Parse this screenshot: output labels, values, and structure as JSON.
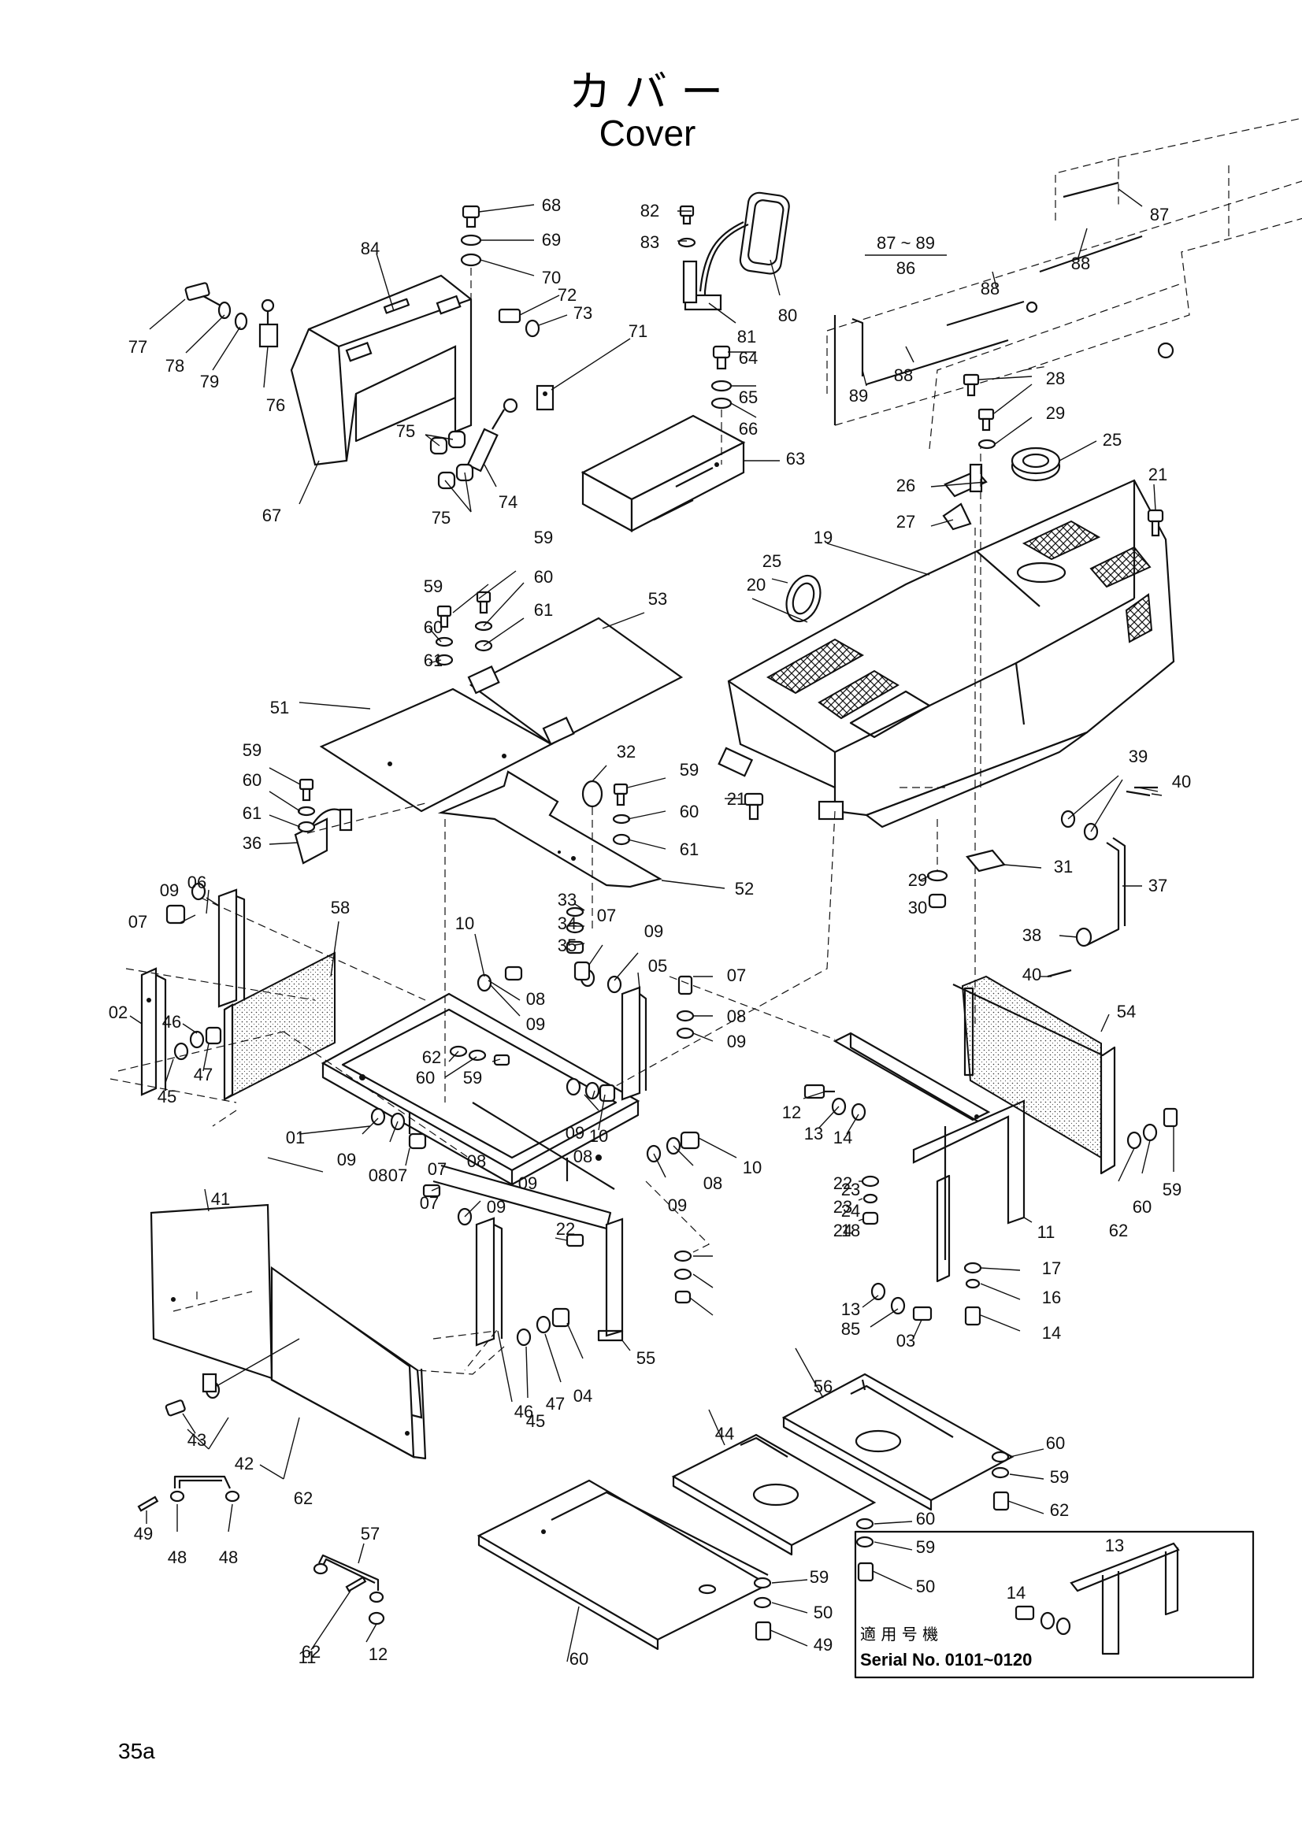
{
  "title": {
    "japanese": "カ バ ー",
    "english": "Cover"
  },
  "group_label": {
    "range": "87 ~ 89",
    "parent": "86"
  },
  "inset": {
    "applicable_label": "適 用 号 機",
    "serial": "Serial No. 0101~0120"
  },
  "page_number": "35a",
  "callouts": [
    {
      "label": "68"
    },
    {
      "label": "69"
    },
    {
      "label": "70"
    },
    {
      "label": "84"
    },
    {
      "label": "72"
    },
    {
      "label": "73"
    },
    {
      "label": "71"
    },
    {
      "label": "77"
    },
    {
      "label": "78"
    },
    {
      "label": "79"
    },
    {
      "label": "76"
    },
    {
      "label": "75"
    },
    {
      "label": "75"
    },
    {
      "label": "74"
    },
    {
      "label": "67"
    },
    {
      "label": "82"
    },
    {
      "label": "83"
    },
    {
      "label": "81"
    },
    {
      "label": "80"
    },
    {
      "label": "87"
    },
    {
      "label": "88"
    },
    {
      "label": "88"
    },
    {
      "label": "88"
    },
    {
      "label": "89"
    },
    {
      "label": "64"
    },
    {
      "label": "65"
    },
    {
      "label": "66"
    },
    {
      "label": "63"
    },
    {
      "label": "28"
    },
    {
      "label": "29"
    },
    {
      "label": "25"
    },
    {
      "label": "21"
    },
    {
      "label": "26"
    },
    {
      "label": "27"
    },
    {
      "label": "19"
    },
    {
      "label": "20"
    },
    {
      "label": "25"
    },
    {
      "label": "59"
    },
    {
      "label": "60"
    },
    {
      "label": "61"
    },
    {
      "label": "59"
    },
    {
      "label": "60"
    },
    {
      "label": "61"
    },
    {
      "label": "53"
    },
    {
      "label": "51"
    },
    {
      "label": "32"
    },
    {
      "label": "59"
    },
    {
      "label": "60"
    },
    {
      "label": "61"
    },
    {
      "label": "36"
    },
    {
      "label": "59"
    },
    {
      "label": "60"
    },
    {
      "label": "61"
    },
    {
      "label": "21"
    },
    {
      "label": "52"
    },
    {
      "label": "39"
    },
    {
      "label": "40"
    },
    {
      "label": "31"
    },
    {
      "label": "37"
    },
    {
      "label": "29"
    },
    {
      "label": "30"
    },
    {
      "label": "38"
    },
    {
      "label": "40"
    },
    {
      "label": "06"
    },
    {
      "label": "09"
    },
    {
      "label": "07"
    },
    {
      "label": "58"
    },
    {
      "label": "33"
    },
    {
      "label": "34"
    },
    {
      "label": "35"
    },
    {
      "label": "07"
    },
    {
      "label": "09"
    },
    {
      "label": "05"
    },
    {
      "label": "10"
    },
    {
      "label": "08"
    },
    {
      "label": "09"
    },
    {
      "label": "07"
    },
    {
      "label": "08"
    },
    {
      "label": "09"
    },
    {
      "label": "02"
    },
    {
      "label": "46"
    },
    {
      "label": "47"
    },
    {
      "label": "45"
    },
    {
      "label": "62"
    },
    {
      "label": "60"
    },
    {
      "label": "59"
    },
    {
      "label": "10"
    },
    {
      "label": "09"
    },
    {
      "label": "08"
    },
    {
      "label": "54"
    },
    {
      "label": "12"
    },
    {
      "label": "13"
    },
    {
      "label": "14"
    },
    {
      "label": "01"
    },
    {
      "label": "09"
    },
    {
      "label": "08"
    },
    {
      "label": "07"
    },
    {
      "label": "07"
    },
    {
      "label": "08"
    },
    {
      "label": "09"
    },
    {
      "label": "09"
    },
    {
      "label": "08"
    },
    {
      "label": "10"
    },
    {
      "label": "22"
    },
    {
      "label": "23"
    },
    {
      "label": "24"
    },
    {
      "label": "62"
    },
    {
      "label": "60"
    },
    {
      "label": "59"
    },
    {
      "label": "11"
    },
    {
      "label": "41"
    },
    {
      "label": "07"
    },
    {
      "label": "09"
    },
    {
      "label": "22"
    },
    {
      "label": "23"
    },
    {
      "label": "24"
    },
    {
      "label": "18"
    },
    {
      "label": "17"
    },
    {
      "label": "16"
    },
    {
      "label": "14"
    },
    {
      "label": "13"
    },
    {
      "label": "85"
    },
    {
      "label": "03"
    },
    {
      "label": "45"
    },
    {
      "label": "46"
    },
    {
      "label": "47"
    },
    {
      "label": "04"
    },
    {
      "label": "55"
    },
    {
      "label": "56"
    },
    {
      "label": "44"
    },
    {
      "label": "43"
    },
    {
      "label": "42"
    },
    {
      "label": "62"
    },
    {
      "label": "60"
    },
    {
      "label": "59"
    },
    {
      "label": "62"
    },
    {
      "label": "60"
    },
    {
      "label": "59"
    },
    {
      "label": "50"
    },
    {
      "label": "49"
    },
    {
      "label": "48"
    },
    {
      "label": "48"
    },
    {
      "label": "57"
    },
    {
      "label": "62"
    },
    {
      "label": "60"
    },
    {
      "label": "59"
    },
    {
      "label": "50"
    },
    {
      "label": "49"
    },
    {
      "label": "11"
    },
    {
      "label": "12"
    },
    {
      "label": "13"
    },
    {
      "label": "14"
    }
  ]
}
